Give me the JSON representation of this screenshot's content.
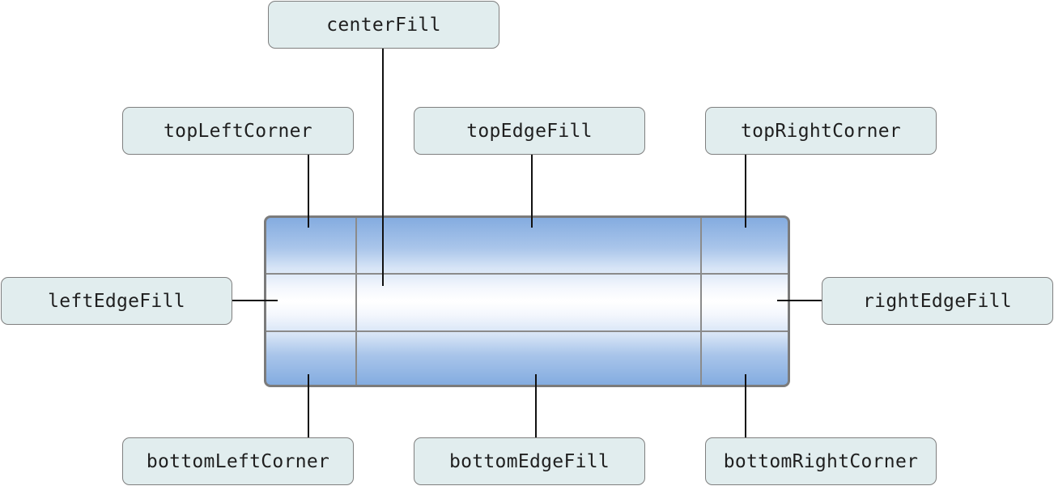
{
  "labels": {
    "center_fill": "centerFill",
    "top_left_corner": "topLeftCorner",
    "top_edge_fill": "topEdgeFill",
    "top_right_corner": "topRightCorner",
    "left_edge_fill": "leftEdgeFill",
    "right_edge_fill": "rightEdgeFill",
    "bottom_left_corner": "bottomLeftCorner",
    "bottom_edge_fill": "bottomEdgeFill",
    "bottom_right_corner": "bottomRightCorner"
  },
  "colors": {
    "label_fill": "#e1edee",
    "label_border": "#7f7f7f",
    "frame_border": "#7b7b7b",
    "gradient_edge": "#84ace0",
    "gradient_center": "#ffffff",
    "connector": "#111111"
  }
}
